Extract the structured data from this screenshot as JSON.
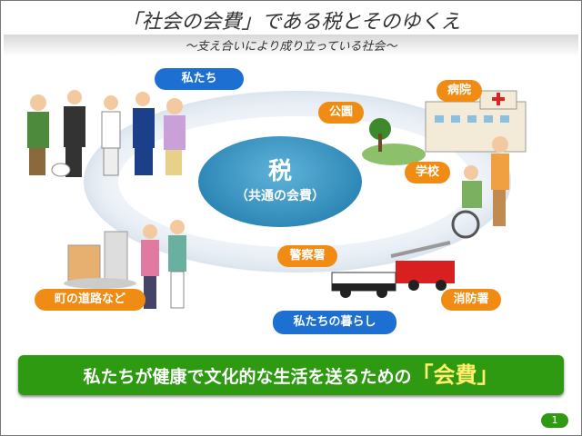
{
  "title": "「社会の会費」である税とそのゆくえ",
  "subtitle": "～支え合いにより成り立っている社会～",
  "center": {
    "main": "税",
    "sub": "（共通の会費）"
  },
  "labels": {
    "us": "私たち",
    "park": "公園",
    "hospital": "病院",
    "school": "学校",
    "police": "警察署",
    "roads": "町の道路など",
    "fire": "消防署",
    "life": "私たちの暮らし"
  },
  "banner": {
    "text": "私たちが健康で文化的な生活を送るための",
    "highlight": "「会費」"
  },
  "page_number": "1",
  "colors": {
    "blue": "#1d6fd2",
    "orange": "#f08c14",
    "green": "#2e9a12"
  }
}
